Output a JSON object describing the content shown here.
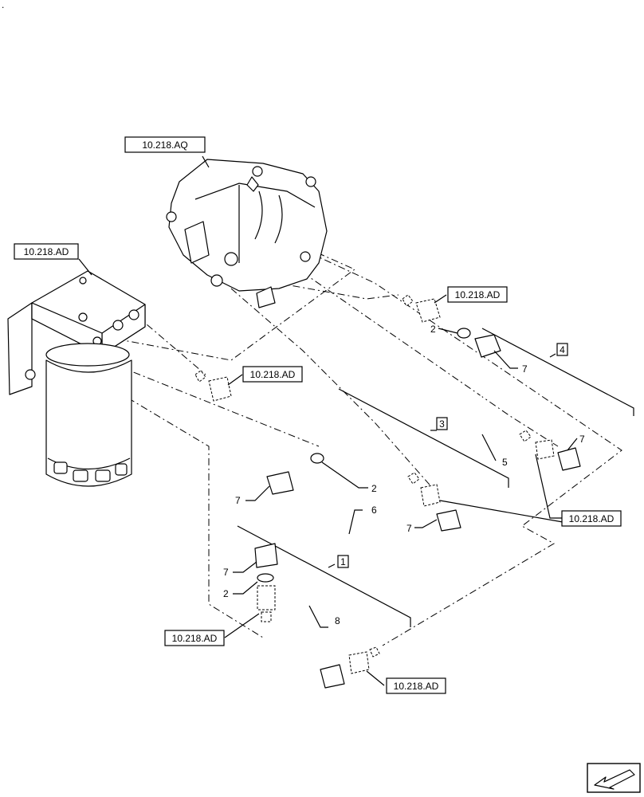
{
  "refs": {
    "pump": "10.218.AQ",
    "filter": "10.218.AD",
    "fit_top": "10.218.AD",
    "fit_mid": "10.218.AD",
    "fit_right": "10.218.AD",
    "fit_bl": "10.218.AD",
    "fit_br": "10.218.AD"
  },
  "groups": {
    "g1": "1",
    "g3": "3",
    "g4": "4"
  },
  "callouts": {
    "c2a": "2",
    "c7a": "7",
    "c5": "5",
    "c7b": "7",
    "c2b": "2",
    "c7c": "7",
    "c6": "6",
    "c7d": "7",
    "c7e": "7",
    "c2c": "2",
    "c8": "8"
  },
  "corner_mark": "."
}
